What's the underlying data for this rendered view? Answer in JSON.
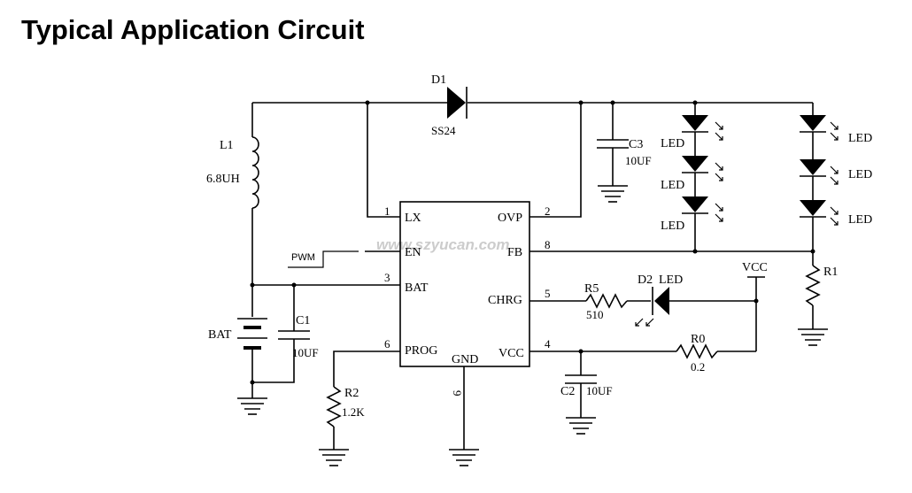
{
  "title": "Typical Application Circuit",
  "watermark": "www.szyucan.com",
  "ic": {
    "pins": {
      "lx": "LX",
      "lx_num": "1",
      "ovp": "OVP",
      "ovp_num": "2",
      "en": "EN",
      "fb": "FB",
      "fb_num": "8",
      "bat": "BAT",
      "bat_num": "3",
      "chrg": "CHRG",
      "chrg_num": "5",
      "prog": "PROG",
      "prog_num": "6",
      "vcc": "VCC",
      "vcc_num": "4",
      "gnd": "GND",
      "gnd_num": "9"
    }
  },
  "components": {
    "d1": {
      "ref": "D1",
      "value": "SS24"
    },
    "l1": {
      "ref": "L1",
      "value": "6.8UH"
    },
    "c3": {
      "ref": "C3",
      "value": "10UF"
    },
    "c1": {
      "ref": "C1",
      "value": "10UF"
    },
    "c2": {
      "ref": "C2",
      "value": "10UF"
    },
    "bat": {
      "ref": "BAT"
    },
    "r5": {
      "ref": "R5",
      "value": "510"
    },
    "d2": {
      "ref": "D2",
      "value": "LED"
    },
    "r0": {
      "ref": "R0",
      "value": "0.2"
    },
    "r1": {
      "ref": "R1"
    },
    "r2": {
      "ref": "R2",
      "value": "1.2K"
    },
    "vcc": {
      "label": "VCC"
    },
    "pwm": {
      "label": "PWM"
    }
  },
  "led_label": "LED"
}
